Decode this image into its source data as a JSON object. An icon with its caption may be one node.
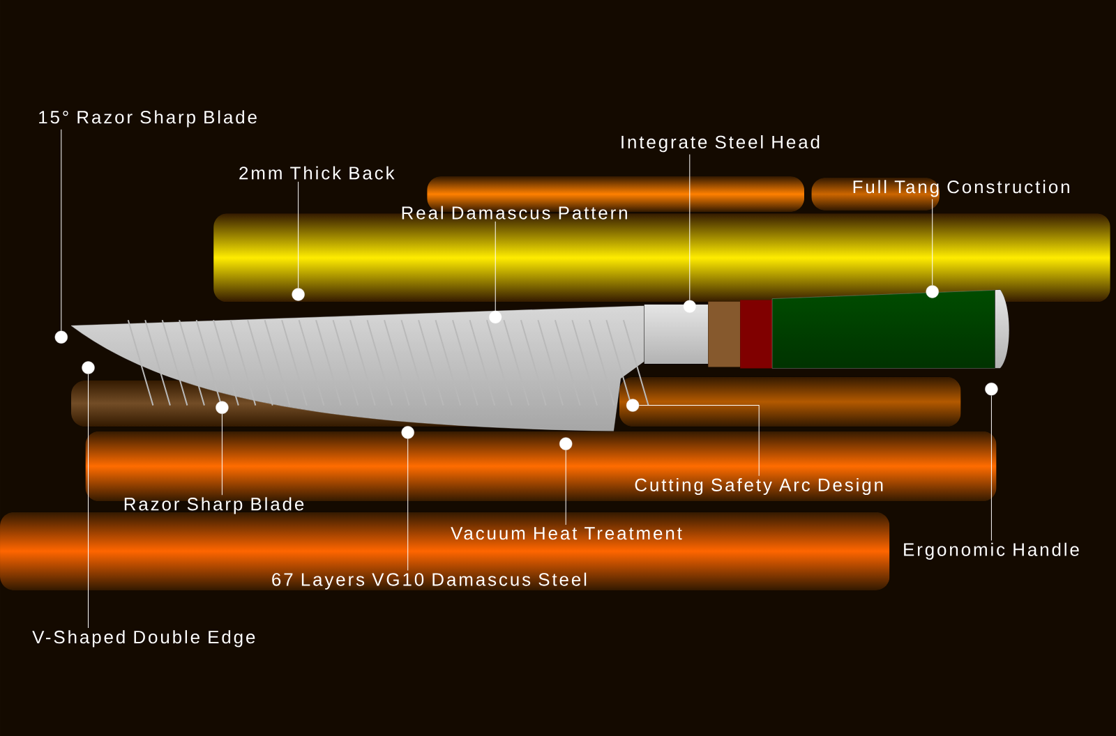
{
  "diagram": {
    "nodes": [
      {
        "text": [
          "15° Razor Sharp Blade"
        ]
      },
      {
        "text": [
          "Integrate Steel Head"
        ]
      },
      {
        "text": [
          "2mm Thick Back"
        ]
      },
      {
        "text": [
          "Full Tang Construction"
        ]
      },
      {
        "text": [
          "Real Damascus Pattern"
        ]
      },
      {
        "text": [
          "Cutting Safety Arc Design"
        ]
      },
      {
        "text": [
          "Razor Sharp Blade"
        ]
      },
      {
        "text": [
          "Vacuum Heat Treatment"
        ]
      },
      {
        "text": [
          "Ergonomic Handle"
        ]
      },
      {
        "text": [
          "67 Layers VG10 Damascus Steel"
        ]
      },
      {
        "text": [
          "V-Shaped Double Edge"
        ]
      },
      {
        "text": [],
        "shape": "circle"
      },
      {
        "text": [],
        "shape": "circle"
      },
      {
        "text": [],
        "shape": "circle"
      },
      {
        "text": [],
        "shape": "circle"
      },
      {
        "text": [],
        "shape": "circle"
      },
      {
        "text": [],
        "shape": "circle"
      },
      {
        "text": [],
        "shape": "circle"
      },
      {
        "text": [],
        "shape": "circle"
      },
      {
        "text": [],
        "shape": "circle"
      },
      {
        "text": [],
        "shape": "circle"
      },
      {
        "text": [],
        "shape": "circle"
      }
    ],
    "edges": [
      {
        "from": 0,
        "to": 11,
        "arrow": "none"
      },
      {
        "from": 10,
        "to": 12,
        "arrow": "none"
      },
      {
        "from": 6,
        "to": 13,
        "arrow": "none"
      },
      {
        "from": 2,
        "to": 14,
        "arrow": "none"
      },
      {
        "from": 9,
        "to": 15,
        "arrow": "none"
      },
      {
        "from": 4,
        "to": 16,
        "arrow": "none"
      },
      {
        "from": 7,
        "to": 17,
        "arrow": "none"
      },
      {
        "from": 5,
        "to": 18,
        "arrow": "none"
      },
      {
        "from": 1,
        "to": 19,
        "arrow": "none"
      },
      {
        "from": 3,
        "to": 20,
        "arrow": "none"
      },
      {
        "from": 8,
        "to": 21,
        "arrow": "none"
      }
    ]
  }
}
